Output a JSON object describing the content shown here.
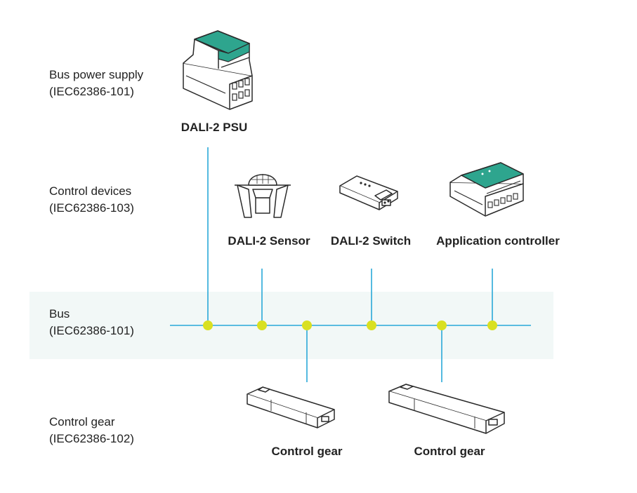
{
  "rows": [
    {
      "name": "Bus power supply",
      "standard": "(IEC62386-101)"
    },
    {
      "name": "Control devices",
      "standard": "(IEC62386-103)"
    },
    {
      "name": "Bus",
      "standard": "(IEC62386-101)"
    },
    {
      "name": "Control gear",
      "standard": "(IEC62386-102)"
    }
  ],
  "devices": {
    "psu": "DALI-2 PSU",
    "sensor": "DALI-2 Sensor",
    "switch": "DALI-2 Switch",
    "app_controller": "Application controller",
    "gear_1": "Control gear",
    "gear_2": "Control gear"
  },
  "colors": {
    "bus_line": "#29a8d8",
    "node": "#d9e021",
    "band": "#f2f8f7",
    "accent": "#2ea58e",
    "outline": "#2a2a2a"
  },
  "icons": [
    "din-rail-psu-icon",
    "pir-sensor-icon",
    "push-switch-module-icon",
    "din-rail-controller-icon",
    "led-driver-icon"
  ]
}
